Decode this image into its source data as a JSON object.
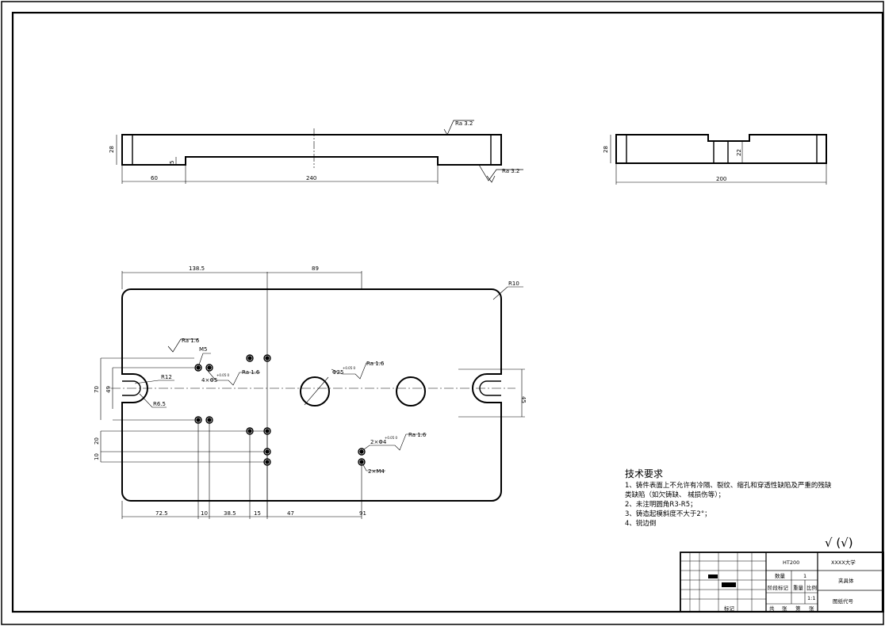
{
  "front_view": {
    "thickness": "28",
    "step": "5",
    "offset": "60",
    "length": "240",
    "roughness_top": "Ra 3.2",
    "roughness_bottom": "Ra 3.2"
  },
  "side_view": {
    "thickness": "28",
    "slot_depth": "22",
    "width": "200"
  },
  "plan_view": {
    "dim_top_left": "138.5",
    "dim_top_right": "89",
    "corner_radius": "R10",
    "slot_radius_outer": "R12",
    "slot_radius_inner": "R6.5",
    "left_height_outer": "70",
    "left_height_inner": "49",
    "left_offset_1": "20",
    "left_offset_2": "10",
    "right_slot_width": "45",
    "thread_m5": "M5",
    "hole_small_callout": "4×Φ5",
    "hole_small_tol": "+0.05\n0",
    "hole_big_callout": "Φ25",
    "hole_big_tol": "+0.05\n0",
    "hole_pin_callout": "2×Φ4",
    "hole_pin_tol": "+0.05\n0",
    "thread_m4": "2×M4",
    "ra_16_a": "Ra 1.6",
    "ra_16_b": "Ra 1.6",
    "ra_16_c": "Ra 1.6",
    "ra_16_d": "Ra 1.6",
    "bottom_dims": [
      "72.5",
      "10",
      "38.5",
      "15",
      "47",
      "91"
    ]
  },
  "tech_requirements": {
    "title": "技术要求",
    "lines": [
      "1、铸件表面上不允许有冷隔、裂纹、缩孔和穿透性缺陷及严重的残缺",
      "类缺陷（如欠铸缺、    械损伤等）；",
      "2、未注明圆角R3-R5；",
      "3、铸造起模斜度不大于2°；",
      "4、锐边倒"
    ]
  },
  "finish_mark": "√ (√)",
  "title_block": {
    "material": "HT200",
    "school": "XXXX大学",
    "part_name": "夹具体",
    "drawing_no": "图纸代号",
    "qty_label": "数量",
    "qty_value": "1",
    "weight_label": "重量",
    "ratio_label": "比例",
    "ratio_value": "1:1",
    "stage_label": "阶段标记",
    "sign_label": "标记",
    "bottom_labels": [
      "共",
      "张",
      "第",
      "张"
    ]
  }
}
